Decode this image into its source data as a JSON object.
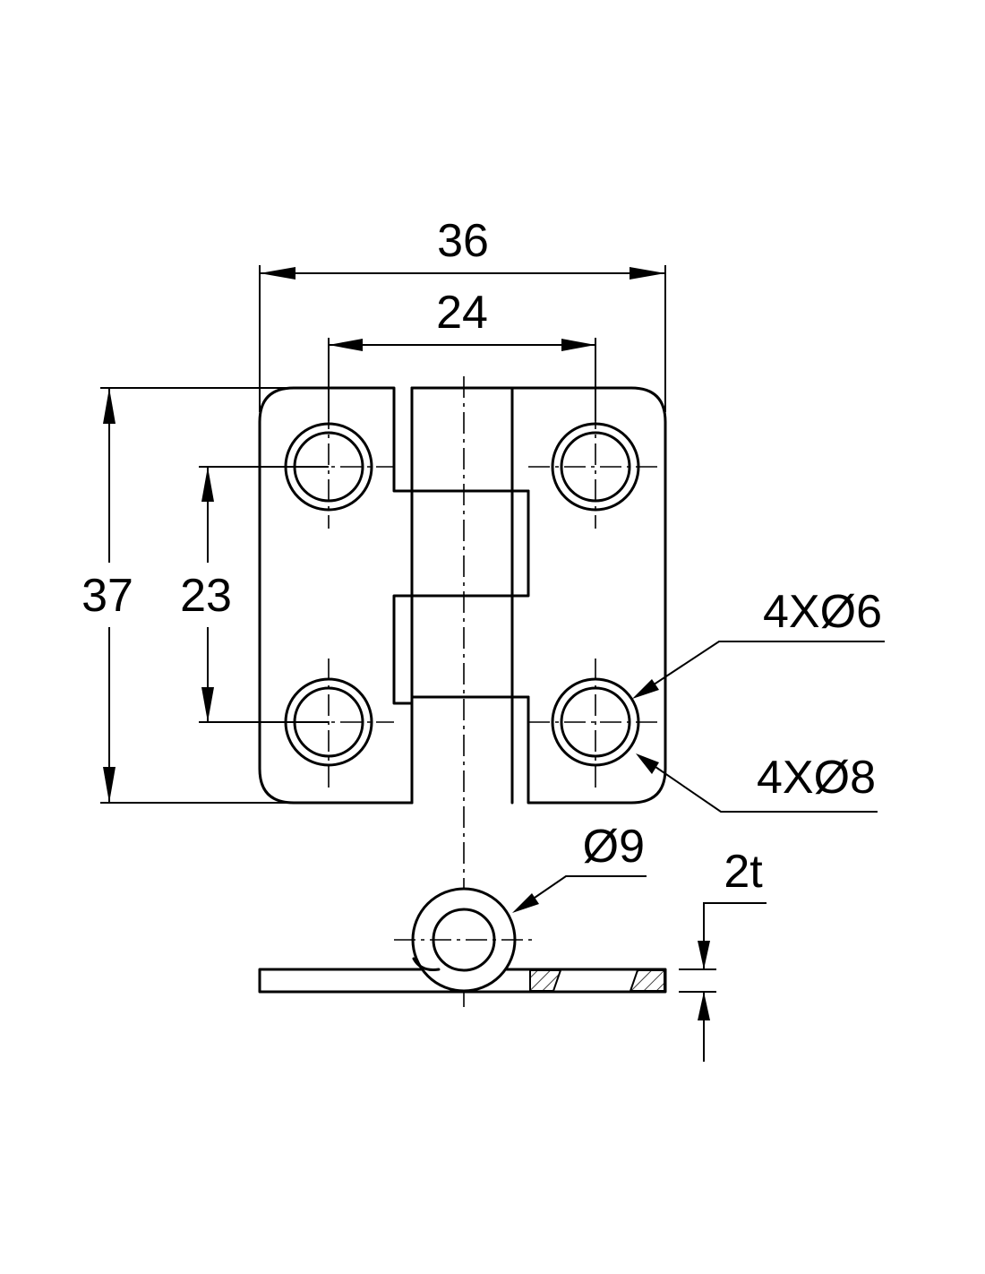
{
  "dimensions": {
    "overall_width": "36",
    "hole_spacing_x": "24",
    "overall_height": "37",
    "hole_spacing_y": "23",
    "hole_inner": "4XØ6",
    "hole_outer": "4XØ8",
    "knuckle_diameter": "Ø9",
    "thickness": "2t"
  },
  "colors": {
    "line": "#000000",
    "background": "#ffffff"
  }
}
